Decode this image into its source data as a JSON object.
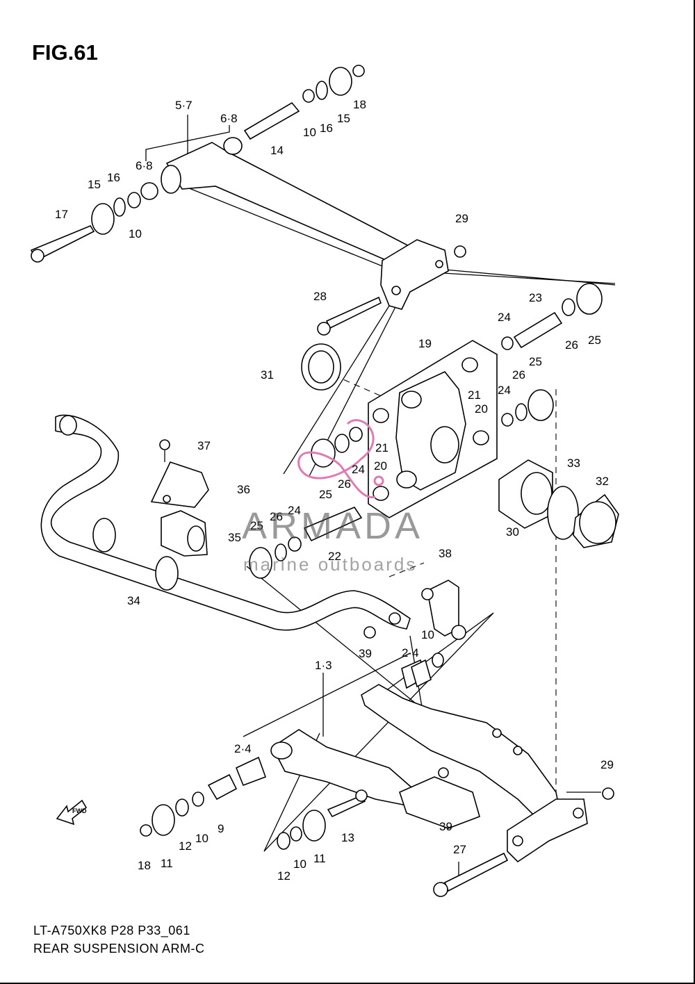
{
  "figure": {
    "title": "FIG.61",
    "model_code": "LT-A750XK8 P28 P33_061",
    "section_title": "REAR SUSPENSION ARM-C"
  },
  "watermark": {
    "brand": "ARMADA",
    "tagline": "marine outboards",
    "accent_color": "#e07ab4",
    "text_color": "#505050"
  },
  "direction_marker": {
    "text": "FWD",
    "icon": "forward-arrow-icon"
  },
  "callouts": [
    "5·7",
    "6·8",
    "6·8",
    "14",
    "10",
    "16",
    "15",
    "18",
    "15",
    "16",
    "17",
    "10",
    "29",
    "28",
    "23",
    "24",
    "26",
    "25",
    "19",
    "31",
    "21",
    "20",
    "24",
    "26",
    "25",
    "21",
    "20",
    "24",
    "26",
    "25",
    "37",
    "36",
    "35",
    "34",
    "33",
    "32",
    "30",
    "26",
    "24",
    "25",
    "22",
    "38",
    "39",
    "10",
    "2·4",
    "1·3",
    "2·4",
    "9",
    "10",
    "12",
    "11",
    "18",
    "39",
    "13",
    "11",
    "10",
    "12",
    "27",
    "29"
  ]
}
